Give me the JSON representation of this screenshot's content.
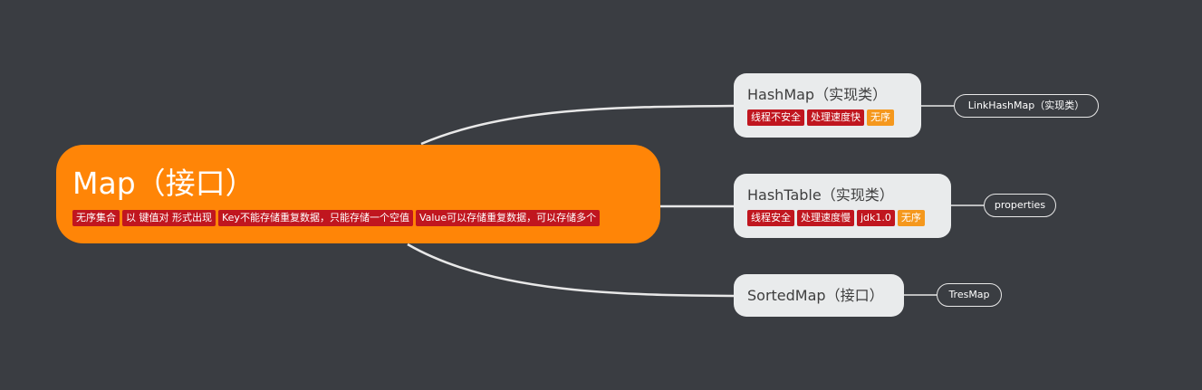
{
  "root": {
    "title": "Map（接口）",
    "tags": [
      "无序集合",
      "以 键值对 形式出现",
      "Key不能存储重复数据，只能存储一个空值",
      "Value可以存储重复数据，可以存储多个"
    ]
  },
  "children": [
    {
      "title": "HashMap（实现类）",
      "tags": [
        {
          "text": "线程不安全",
          "color": "red"
        },
        {
          "text": "处理速度快",
          "color": "red"
        },
        {
          "text": "无序",
          "color": "orange"
        }
      ],
      "leaf": "LinkHashMap（实现类）"
    },
    {
      "title": "HashTable（实现类）",
      "tags": [
        {
          "text": "线程安全",
          "color": "red"
        },
        {
          "text": "处理速度慢",
          "color": "red"
        },
        {
          "text": "jdk1.0",
          "color": "red"
        },
        {
          "text": "无序",
          "color": "orange"
        }
      ],
      "leaf": "properties"
    },
    {
      "title": "SortedMap（接口）",
      "tags": [],
      "leaf": "TresMap"
    }
  ],
  "colors": {
    "background": "#3a3d42",
    "root": "#ff8507",
    "tag_red": "#c0161f",
    "tag_orange": "#f5981d",
    "child": "#e9ebec",
    "connector": "#e8e8e8"
  }
}
